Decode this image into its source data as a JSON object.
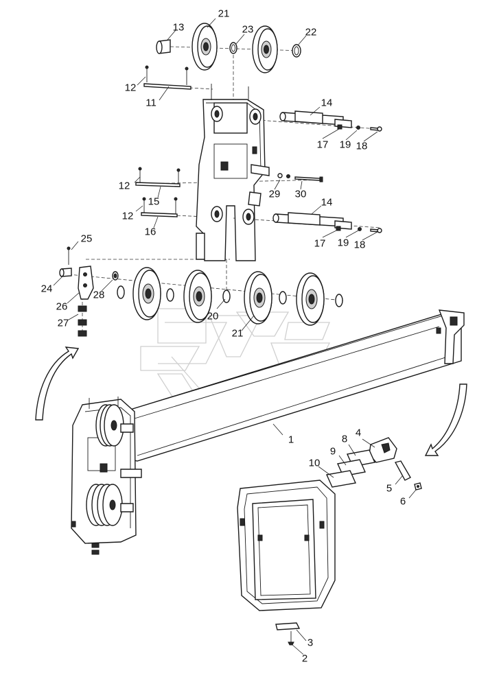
{
  "callouts": [
    {
      "id": "c21a",
      "text": "21"
    },
    {
      "id": "c13",
      "text": "13"
    },
    {
      "id": "c23",
      "text": "23"
    },
    {
      "id": "c22",
      "text": "22"
    },
    {
      "id": "c12a",
      "text": "12"
    },
    {
      "id": "c11",
      "text": "11"
    },
    {
      "id": "c14a",
      "text": "14"
    },
    {
      "id": "c17a",
      "text": "17"
    },
    {
      "id": "c19a",
      "text": "19"
    },
    {
      "id": "c18a",
      "text": "18"
    },
    {
      "id": "c12b",
      "text": "12"
    },
    {
      "id": "c15",
      "text": "15"
    },
    {
      "id": "c29",
      "text": "29"
    },
    {
      "id": "c30",
      "text": "30"
    },
    {
      "id": "c12c",
      "text": "12"
    },
    {
      "id": "c16",
      "text": "16"
    },
    {
      "id": "c14b",
      "text": "14"
    },
    {
      "id": "c17b",
      "text": "17"
    },
    {
      "id": "c19b",
      "text": "19"
    },
    {
      "id": "c18b",
      "text": "18"
    },
    {
      "id": "c25",
      "text": "25"
    },
    {
      "id": "c24",
      "text": "24"
    },
    {
      "id": "c26",
      "text": "26"
    },
    {
      "id": "c28",
      "text": "28"
    },
    {
      "id": "c27",
      "text": "27"
    },
    {
      "id": "c20",
      "text": "20"
    },
    {
      "id": "c21b",
      "text": "21"
    },
    {
      "id": "c1",
      "text": "1"
    },
    {
      "id": "c4",
      "text": "4"
    },
    {
      "id": "c8",
      "text": "8"
    },
    {
      "id": "c9",
      "text": "9"
    },
    {
      "id": "c10",
      "text": "10"
    },
    {
      "id": "c5",
      "text": "5"
    },
    {
      "id": "c6",
      "text": "6"
    },
    {
      "id": "c3",
      "text": "3"
    },
    {
      "id": "c2",
      "text": "2"
    }
  ]
}
